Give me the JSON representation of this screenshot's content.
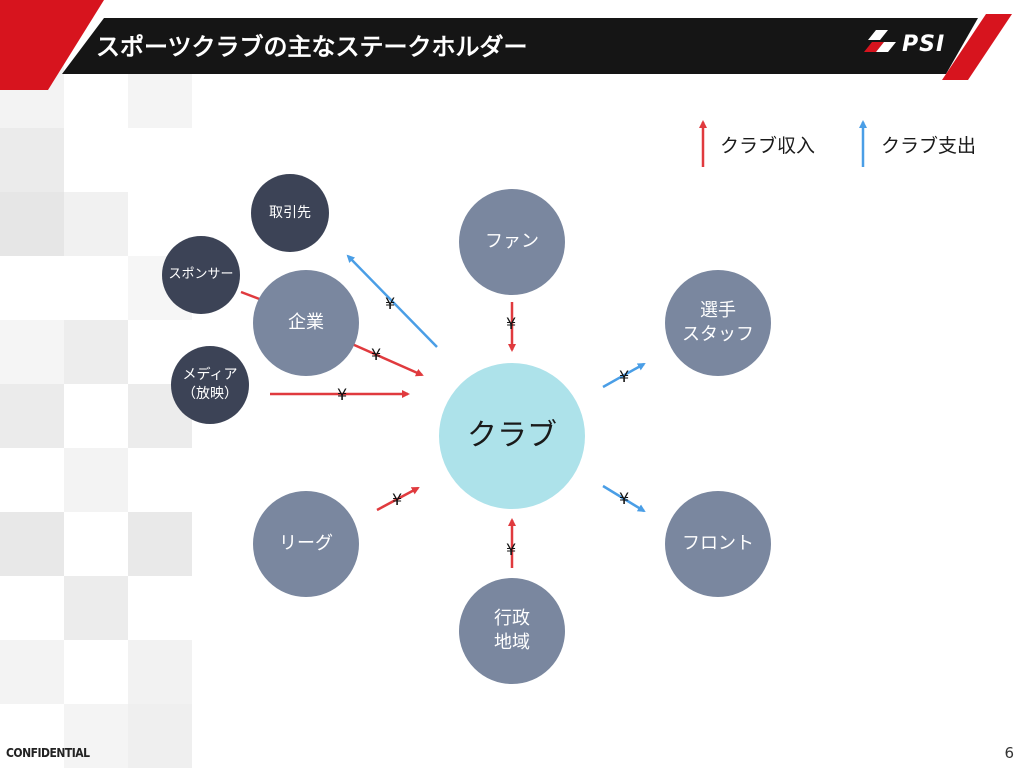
{
  "header": {
    "title": "スポーツクラブの主なステークホルダー",
    "logo_text": "PSI",
    "accent_color": "#d7141e",
    "bar_color": "#151515"
  },
  "legend": {
    "income_label": "クラブ収入",
    "expense_label": "クラブ支出",
    "income_color": "#e03a3e",
    "expense_color": "#4a9ee6"
  },
  "nodes": {
    "club": "クラブ",
    "fan": "ファン",
    "player_staff": "選手\nスタッフ",
    "front": "フロント",
    "government": "行政\n地域",
    "league": "リーグ",
    "company": "企業",
    "supplier": "取引先",
    "sponsor": "スポンサー",
    "media": "メディア\n（放映）"
  },
  "colors": {
    "club_fill": "#ade2ea",
    "primary_node_fill": "#7a879f",
    "secondary_node_fill": "#3c4356"
  },
  "flows": {
    "yen_symbol": "¥"
  },
  "footer": {
    "confidential": "CONFIDENTIAL",
    "page_number": "6"
  }
}
